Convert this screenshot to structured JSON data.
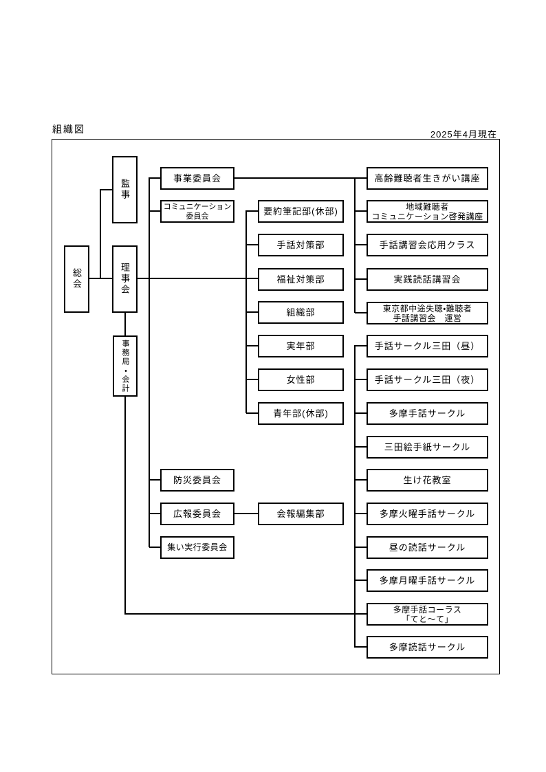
{
  "header": {
    "title": "組織図",
    "as_of": "2025年4月現在"
  },
  "org": {
    "soukai": "総会",
    "kanji": "監事",
    "rijikai": "理事会",
    "jimukyoku_kaikei": "事務局・会計",
    "committees": {
      "jigyo": "事業委員会",
      "communication": "コミュニケーション\n委員会",
      "bosai": "防災委員会",
      "koho": "広報委員会",
      "tsudoi": "集い実行委員会"
    },
    "departments": {
      "yoyaku": "要約筆記部(休部)",
      "shuwa_taisaku": "手話対策部",
      "fukushi_taisaku": "福祉対策部",
      "soshiki": "組織部",
      "jitsunen": "実年部",
      "josei": "女性部",
      "seinen": "青年部(休部)",
      "kaiho_henshu": "会報編集部"
    },
    "programs": {
      "korei_ikigai": "高齢難聴者生きがい講座",
      "chiiki_keihatsu": "地域難聴者\nコミュニケーション啓発講座",
      "shuwa_oyo": "手話講習会応用クラス",
      "jissen_dokuwa": "実践読話講習会",
      "tokyo_unei": "東京都中途失聴・難聴者\n手話講習会　運営"
    },
    "circles": {
      "mita_hiru": "手話サークル三田（昼）",
      "mita_yoru": "手話サークル三田（夜）",
      "tama_shuwa": "多摩手話サークル",
      "mita_etegami": "三田絵手紙サークル",
      "ikebana": "生け花教室",
      "tama_kayo": "多摩火曜手話サークル",
      "hiru_dokuwa": "昼の読話サークル",
      "tama_getsuyo": "多摩月曜手話サークル",
      "tama_chorus": "多摩手話コーラス\n「てと～て」",
      "tama_dokuwa": "多摩読話サークル"
    }
  }
}
